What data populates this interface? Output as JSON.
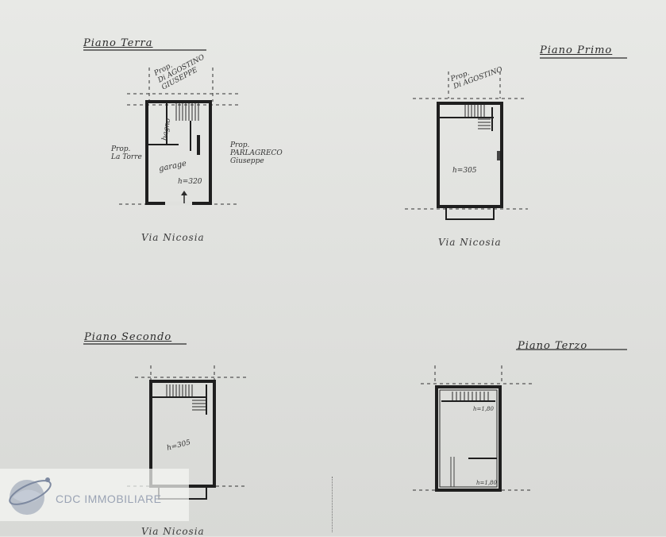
{
  "plans": {
    "top_left": {
      "title": "Piano Terra",
      "note_top": "Prop.\nDi AGOSTINO\nGIUSEPPE",
      "note_left": "Prop.\nLa Torre",
      "note_right": "Prop.\nPARLAGRECO\nGiuseppe",
      "room_label": "garage",
      "room_small": "bagno",
      "height": "h=320",
      "street": "Via Nicosia"
    },
    "top_right": {
      "title": "Piano Primo",
      "note_top": "Prop.\nDi AGOSTINO",
      "height": "h=305",
      "street": "Via Nicosia"
    },
    "bottom_left": {
      "title": "Piano Secondo",
      "height": "h=305",
      "street": "Via Nicosia"
    },
    "bottom_right": {
      "title": "Piano Terzo",
      "height_top": "h=1,80",
      "height_bottom": "h=1,80"
    }
  },
  "watermark": {
    "brand": "CDC IMMOBILIARE",
    "logo_icon": "globe-icon"
  },
  "colors": {
    "ink": "#2b2b2b",
    "paper": "#e4e5e2",
    "watermark_text": "#9aa3b4"
  }
}
